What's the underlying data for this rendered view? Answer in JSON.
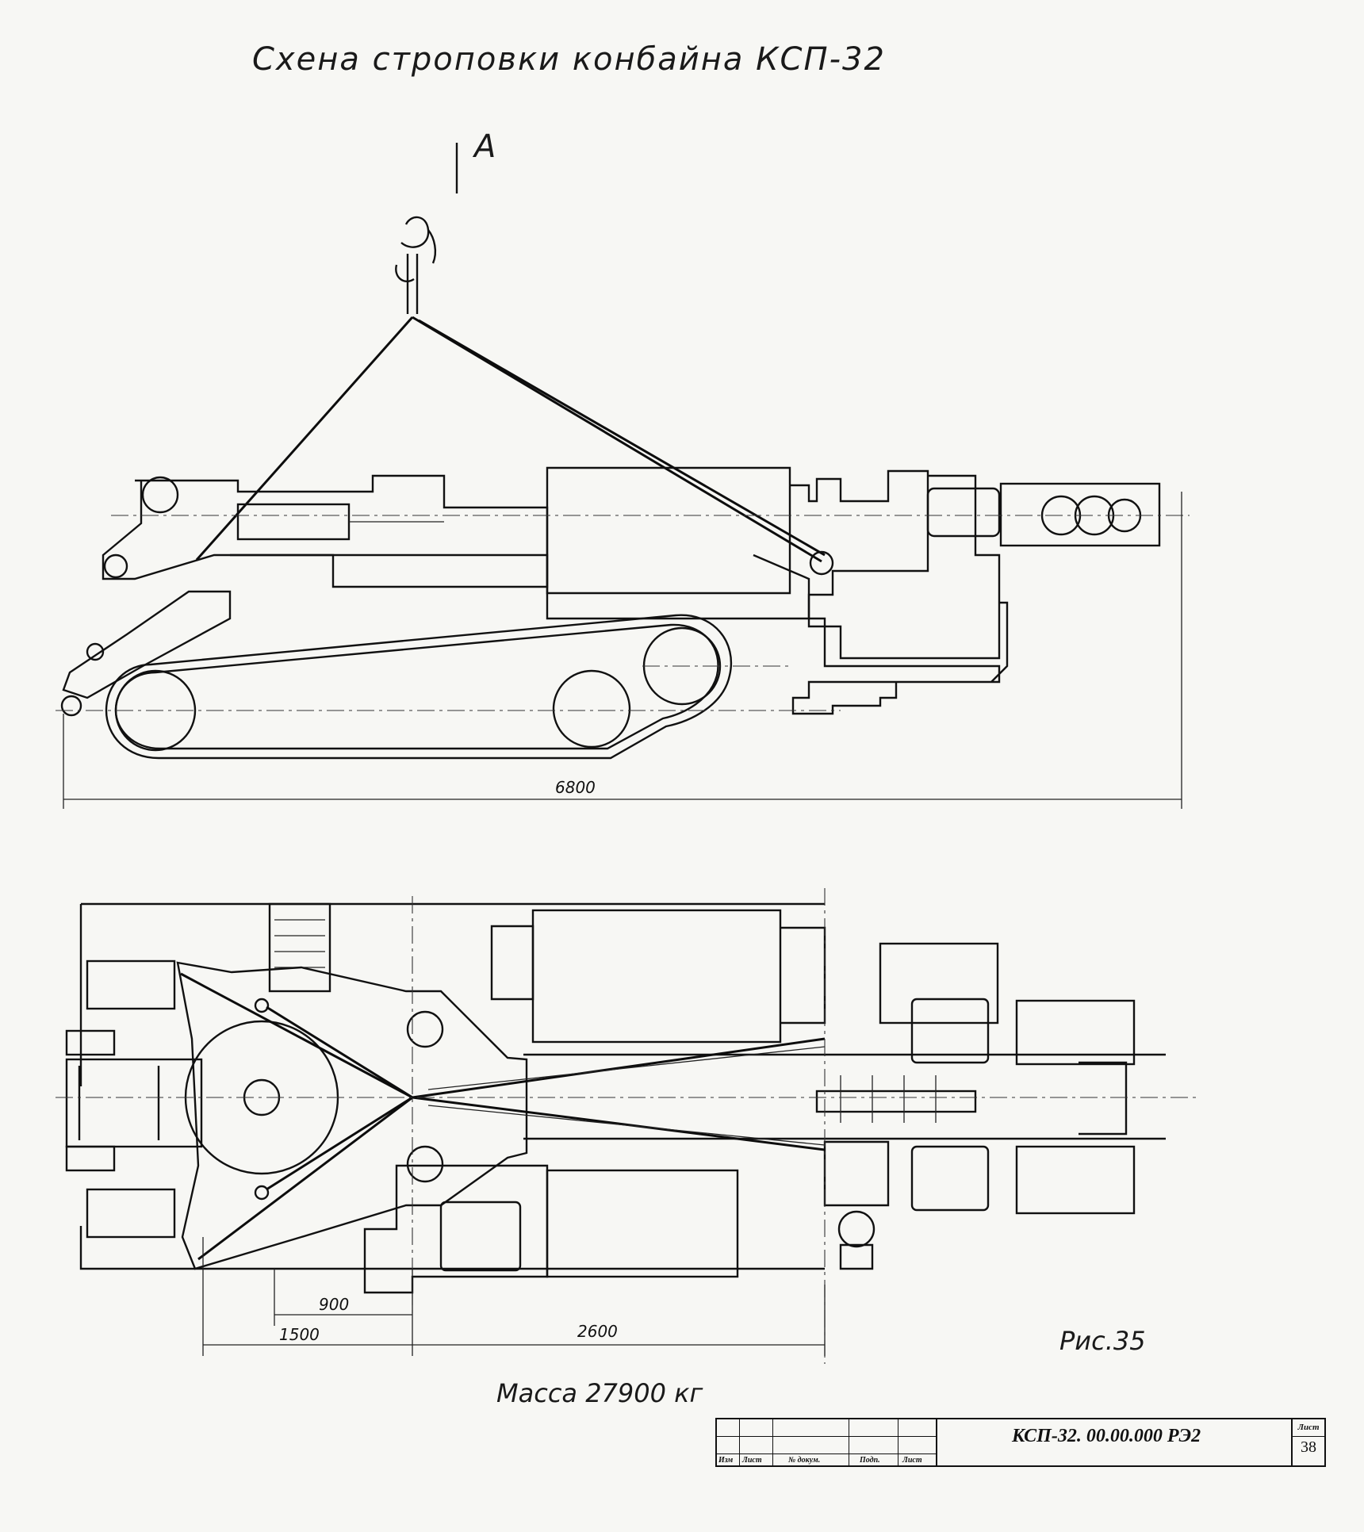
{
  "drawing": {
    "title": "Схена строповки конбайна КСП-32",
    "view_label": "А",
    "figure_label": "Рис.35",
    "mass_label": "Масса  27900 кг",
    "dimensions": {
      "side_total": "6800",
      "plan_900": "900",
      "plan_1500": "1500",
      "plan_2600": "2600"
    }
  },
  "title_block": {
    "document_code": "КСП-32. 00.00.000 РЭ2",
    "sheet_header": "Лист",
    "sheet_number": "38",
    "column_headers": [
      "Изм",
      "Лист",
      "№ докум.",
      "Подп.",
      "Лист"
    ]
  }
}
